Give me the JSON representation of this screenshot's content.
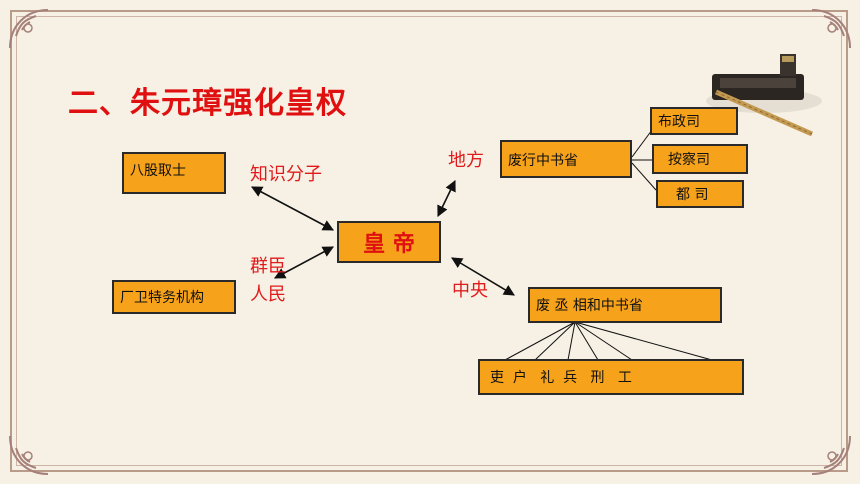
{
  "title": "二、朱元璋强化皇权",
  "nodes": {
    "emperor": "皇 帝",
    "bagu": "八股取士",
    "changwei": "厂卫特务机构",
    "feizhongshu_local": "废行中书省",
    "buzheng": "布政司",
    "ancha": "按察司",
    "du": "都 司",
    "feichengxiang": "废 丞 相和中书省",
    "six_ministries": "吏  户   礼  兵   刑   工"
  },
  "labels": {
    "zhishi": "知识分子",
    "qunchen": "群臣",
    "renmin": "人民",
    "difang": "地方",
    "zhongyang": "中央"
  },
  "colors": {
    "box_fill": "#f7a21b",
    "title_red": "#e01010",
    "label_red": "#e11b1b",
    "background": "#f6f1e4"
  }
}
